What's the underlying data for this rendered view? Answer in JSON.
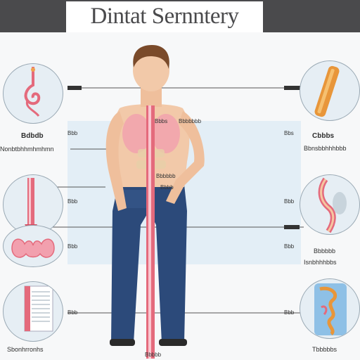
{
  "title": "Dintat Sernntery",
  "colors": {
    "header": "#4a4a4c",
    "spine": "#e46a7c",
    "jeans": "#2c4a7a",
    "skin": "#f2c9a9",
    "hair": "#7a4a2a",
    "panel": "#e3eef6"
  },
  "callouts": {
    "left_1": "Bdbdb",
    "left_2": "Nonbtbhhmhmhmn",
    "left_3": "Sbonhrronhs",
    "right_1": "Cbbbs",
    "right_2": "Bbnsbbhhhbbb",
    "right_3": "Bbbbbb",
    "right_4": "Isnbhhhbbs",
    "right_5": "Tbbbbbs"
  },
  "ticks": {
    "t1": "Bbb",
    "t2": "Bbs",
    "t3": "Bbb",
    "t4": "Bbb",
    "t5": "Bbb",
    "t6": "Bbb",
    "t7": "Bbb",
    "t8": "Bbb",
    "t9": "Bbbs",
    "t10": "Bbbbbbb",
    "t11": "Bbbbbb",
    "t12": "Bbbb",
    "t13": "Bbbbb"
  },
  "icons": [
    "digestive-tract-icon",
    "spine-segment-icon",
    "pelvis-icon",
    "stomach-icon",
    "spinal-cord-icon",
    "intestine-icon",
    "bone-tablet-icon"
  ]
}
